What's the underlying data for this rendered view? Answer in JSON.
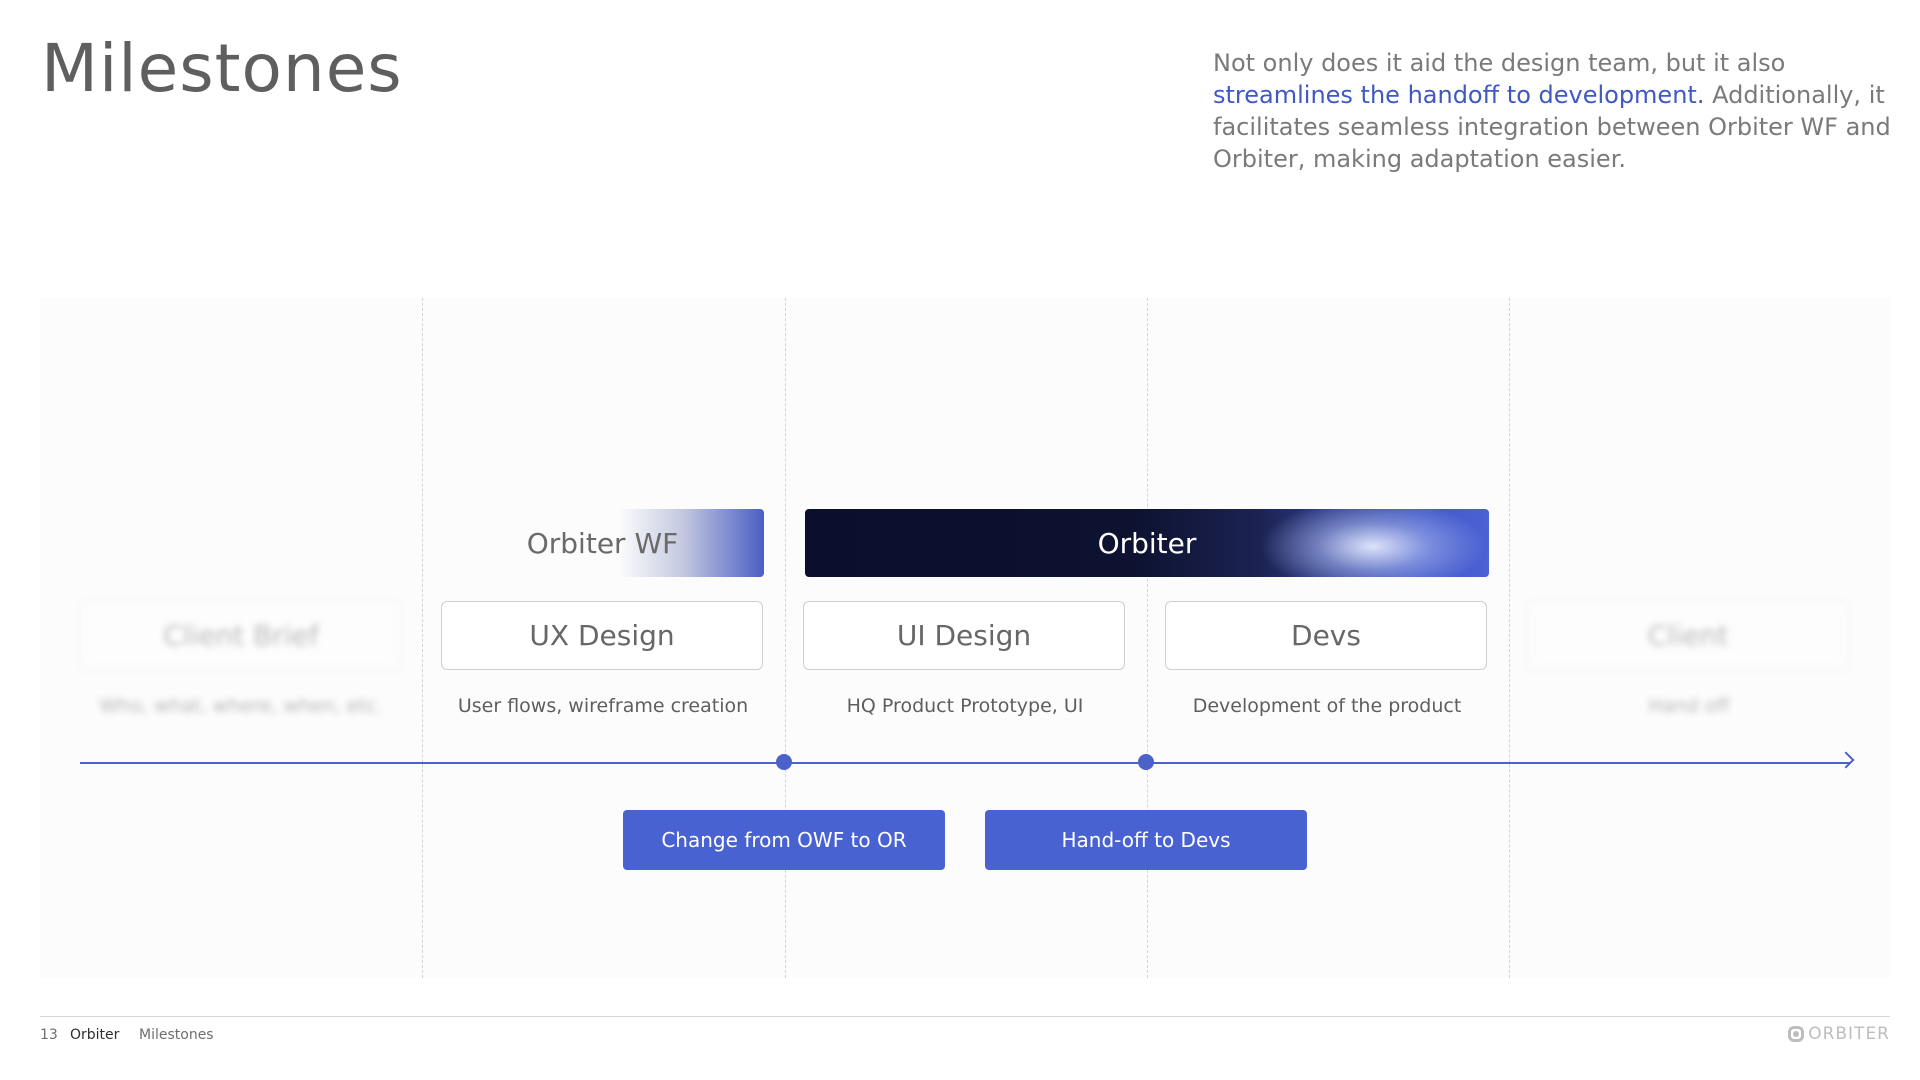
{
  "title": "Milestones",
  "intro": {
    "part1": "Not only does it aid the design team, but it also ",
    "highlight": "streamlines the handoff to development.",
    "part2": " Additionally, it facilitates seamless integration between Orbiter WF and Orbiter, making adaptation easier."
  },
  "bands": {
    "orbiter_wf": "Orbiter WF",
    "orbiter": "Orbiter"
  },
  "phases": [
    {
      "label": "Client Brief",
      "desc": "Who, what, where, when, etc."
    },
    {
      "label": "UX Design",
      "desc": "User flows, wireframe creation"
    },
    {
      "label": "UI Design",
      "desc": "HQ Product Prototype, UI"
    },
    {
      "label": "Devs",
      "desc": "Development of the product"
    },
    {
      "label": "Client",
      "desc": "Hand off"
    }
  ],
  "milestones": [
    {
      "label": "Change from OWF to OR"
    },
    {
      "label": "Hand-off to Devs"
    }
  ],
  "footer": {
    "page_number": "13",
    "brand": "Orbiter",
    "section": "Milestones",
    "logo_text": "ORBITER"
  },
  "colors": {
    "accent": "#4862d2",
    "dark": "#0b0e2c"
  }
}
